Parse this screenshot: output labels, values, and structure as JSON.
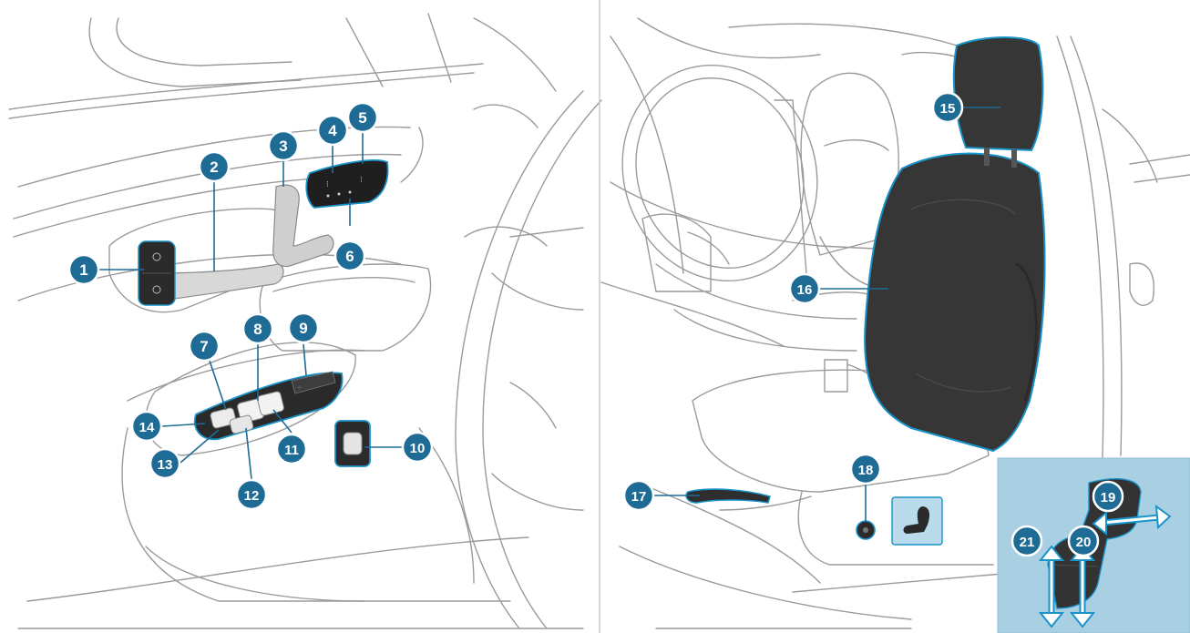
{
  "colors": {
    "callout_fill": "#1e6b96",
    "callout_ring": "#ffffff",
    "accent_outline": "#1a93c9",
    "inset_background": "#a9cfe3",
    "seat_fill": "#353535",
    "line_art": "#9a9a9a",
    "background": "#ffffff"
  },
  "callouts": [
    {
      "id": "1",
      "label": "1"
    },
    {
      "id": "2",
      "label": "2"
    },
    {
      "id": "3",
      "label": "3"
    },
    {
      "id": "4",
      "label": "4"
    },
    {
      "id": "5",
      "label": "5"
    },
    {
      "id": "6",
      "label": "6"
    },
    {
      "id": "7",
      "label": "7"
    },
    {
      "id": "8",
      "label": "8"
    },
    {
      "id": "9",
      "label": "9"
    },
    {
      "id": "10",
      "label": "10"
    },
    {
      "id": "11",
      "label": "11"
    },
    {
      "id": "12",
      "label": "12"
    },
    {
      "id": "13",
      "label": "13"
    },
    {
      "id": "14",
      "label": "14"
    },
    {
      "id": "15",
      "label": "15"
    },
    {
      "id": "16",
      "label": "16"
    },
    {
      "id": "17",
      "label": "17"
    },
    {
      "id": "18",
      "label": "18"
    },
    {
      "id": "19",
      "label": "19"
    },
    {
      "id": "20",
      "label": "20"
    },
    {
      "id": "21",
      "label": "21"
    }
  ],
  "icons": [
    "seat-adjust-icon",
    "double-arrow-horizontal-icon",
    "double-arrow-vertical-icon"
  ]
}
